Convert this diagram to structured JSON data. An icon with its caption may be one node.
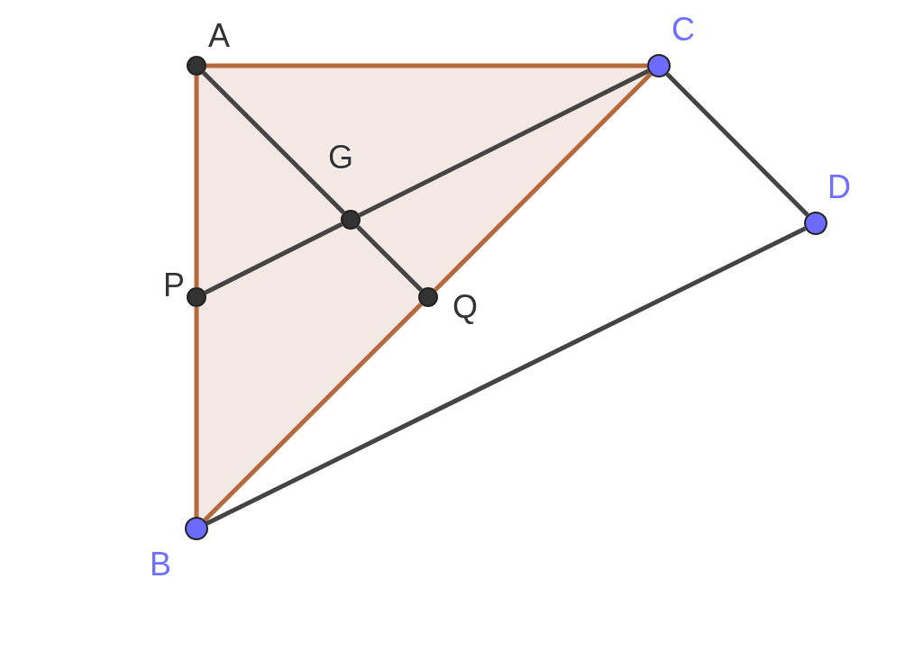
{
  "diagram": {
    "nodes": [
      {
        "text": [
          "A"
        ]
      },
      {
        "text": [
          "C"
        ]
      },
      {
        "text": [
          "G"
        ]
      },
      {
        "text": [
          "D"
        ]
      },
      {
        "text": [
          "P"
        ]
      },
      {
        "text": [
          "Q"
        ]
      },
      {
        "text": [
          "B"
        ]
      }
    ],
    "edges": [
      {
        "from": 0,
        "to": 1,
        "arrow": "none",
        "color": "#b5683c"
      },
      {
        "from": 0,
        "to": 4,
        "arrow": "none",
        "color": "#b5683c"
      },
      {
        "from": 4,
        "to": 6,
        "arrow": "none",
        "color": "#b5683c"
      },
      {
        "from": 6,
        "to": 5,
        "arrow": "none",
        "color": "#b5683c"
      },
      {
        "from": 5,
        "to": 1,
        "arrow": "none",
        "color": "#b5683c"
      },
      {
        "from": 0,
        "to": 2,
        "arrow": "none"
      },
      {
        "from": 2,
        "to": 5,
        "arrow": "none"
      },
      {
        "from": 4,
        "to": 2,
        "arrow": "none"
      },
      {
        "from": 2,
        "to": 1,
        "arrow": "none"
      },
      {
        "from": 1,
        "to": 3,
        "arrow": "none"
      },
      {
        "from": 3,
        "to": 6,
        "arrow": "none"
      }
    ]
  }
}
